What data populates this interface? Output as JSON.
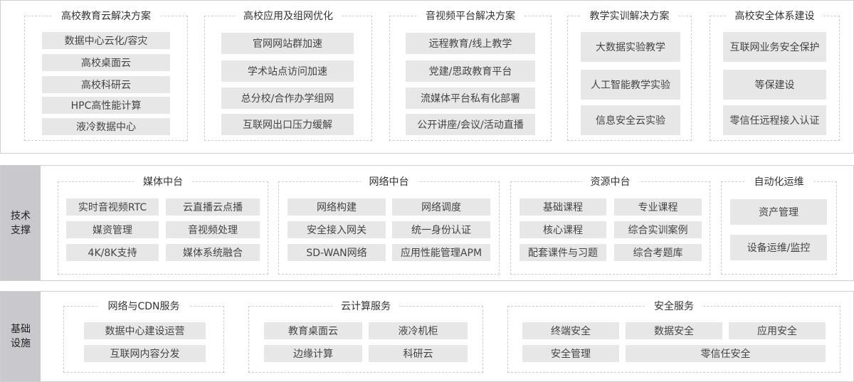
{
  "solutions": [
    {
      "title": "高校教育云解决方案",
      "items": [
        "数据中心云化/容灾",
        "高校桌面云",
        "高校科研云",
        "HPC高性能计算",
        "液冷数据中心"
      ]
    },
    {
      "title": "高校应用及组网优化",
      "items": [
        "官网网站群加速",
        "学术站点访问加速",
        "总分校/合作办学组网",
        "互联网出口压力缓解"
      ]
    },
    {
      "title": "音视频平台解决方案",
      "items": [
        "远程教育/线上教学",
        "党建/思政教育平台",
        "流媒体平台私有化部署",
        "公开讲座/会议/活动直播"
      ]
    },
    {
      "title": "教学实训解决方案",
      "items": [
        "大数据实验教学",
        "人工智能教学实验",
        "信息安全云实验"
      ]
    },
    {
      "title": "高校安全体系建设",
      "items": [
        "互联网业务安全保护",
        "等保建设",
        "零信任远程接入认证"
      ]
    }
  ],
  "tech": {
    "label_line1": "技术",
    "label_line2": "支撑",
    "groups": [
      {
        "title": "媒体中台",
        "items": [
          "实时音视频RTC",
          "云直播云点播",
          "媒资管理",
          "音视频处理",
          "4K/8K支持",
          "媒体系统融合"
        ]
      },
      {
        "title": "网络中台",
        "items": [
          "网络构建",
          "网络调度",
          "安全接入网关",
          "统一身份认证",
          "SD-WAN网络",
          "应用性能管理APM"
        ]
      },
      {
        "title": "资源中台",
        "items": [
          "基础课程",
          "专业课程",
          "核心课程",
          "综合实训案例",
          "配套课件与习题",
          "综合考题库"
        ]
      },
      {
        "title": "自动化运维",
        "items": [
          "资产管理",
          "设备运维/监控"
        ]
      }
    ]
  },
  "infra": {
    "label_line1": "基础",
    "label_line2": "设施",
    "groups": [
      {
        "title": "网络与CDN服务",
        "items": [
          "数据中心建设运营",
          "互联网内容分发"
        ]
      },
      {
        "title": "云计算服务",
        "items": [
          "教育桌面云",
          "液冷机柜",
          "边缘计算",
          "科研云"
        ]
      },
      {
        "title": "安全服务",
        "items": [
          "终端安全",
          "数据安全",
          "应用安全",
          "安全管理",
          "零信任安全"
        ]
      }
    ]
  }
}
